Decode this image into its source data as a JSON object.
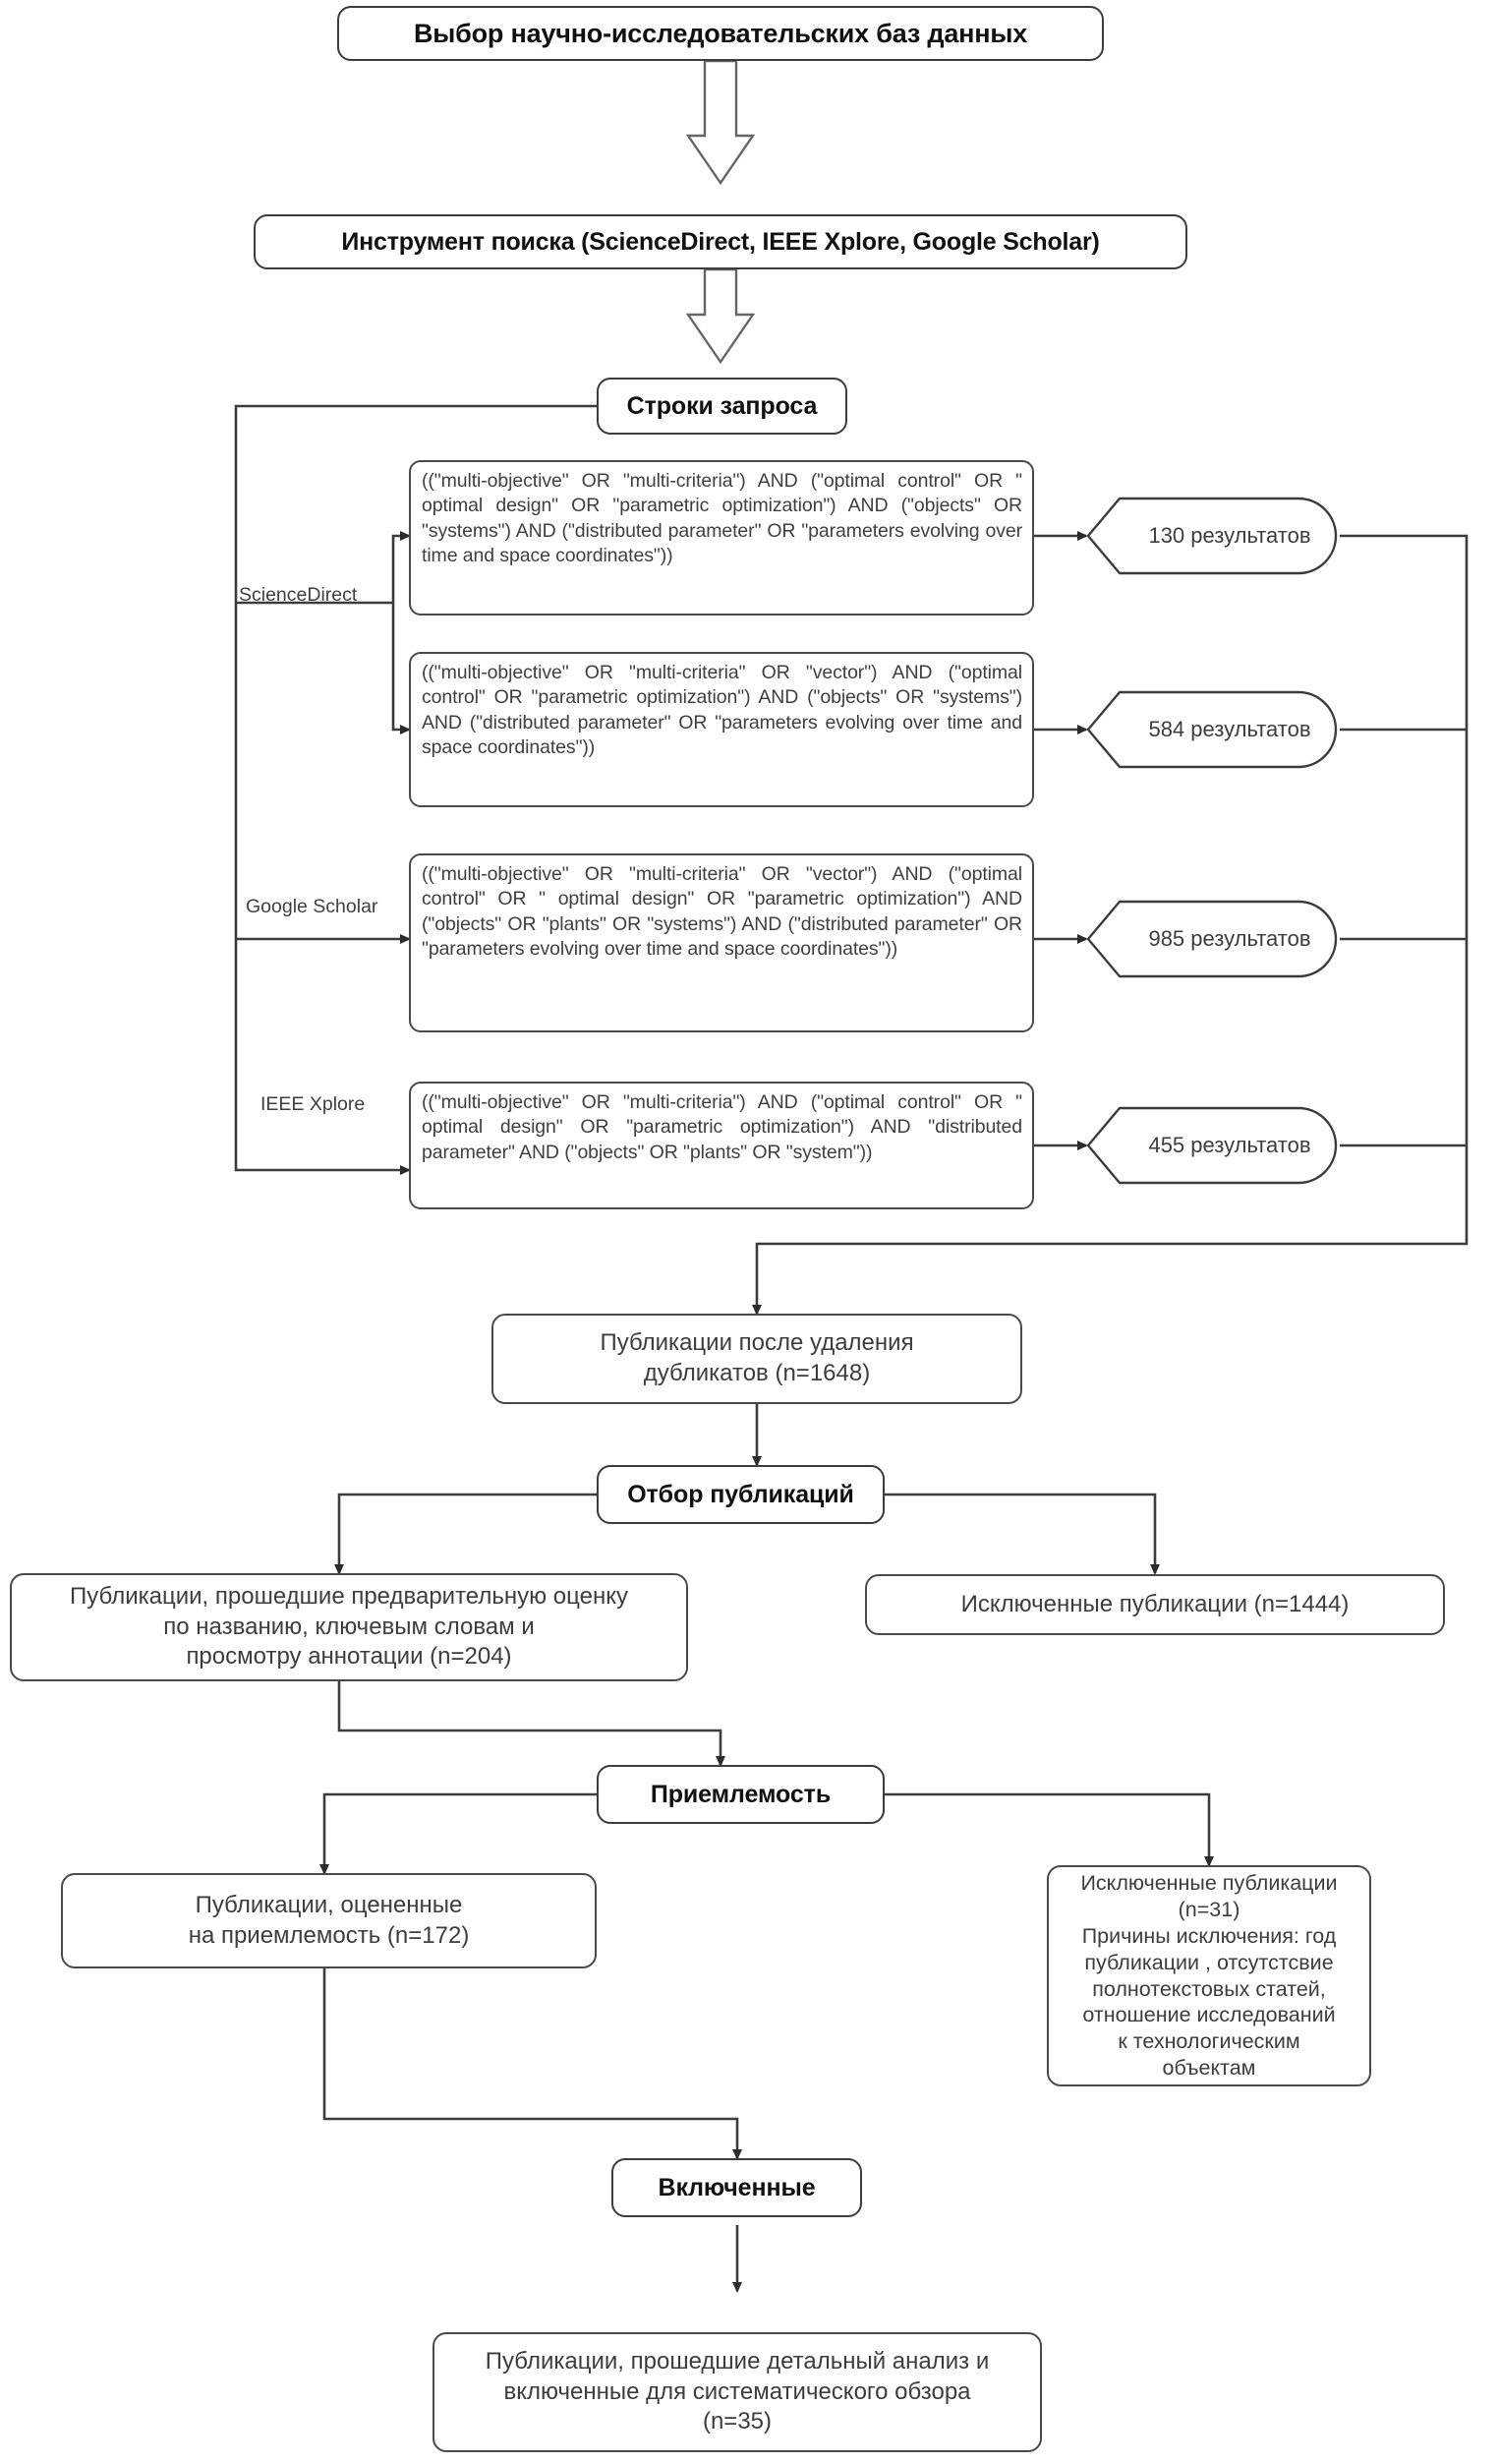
{
  "diagram": {
    "title": "Выбор научно-исследовательских баз данных",
    "search_tool": "Инструмент поиска (ScienceDirect, IEEE Xplore, Google Scholar)",
    "query_strings": "Строки запроса",
    "databases": {
      "sciencedirect": "ScienceDirect",
      "google_scholar": "Google Scholar",
      "ieee_xplore": "IEEE Xplore"
    },
    "queries": [
      "((\"multi-objective\" OR \"multi-criteria\") AND (\"optimal control\" OR \" optimal design\" OR \"parametric optimization\") AND (\"objects\" OR \"systems\") AND (\"distributed parameter\" OR \"parameters evolving over time and space coordinates\"))",
      "((\"multi-objective\" OR \"multi-criteria\" OR \"vector\") AND (\"optimal control\" OR \"parametric optimization\") AND (\"objects\" OR \"systems\") AND (\"distributed parameter\" OR \"parameters evolving over time and space coordinates\"))",
      "((\"multi-objective\" OR \"multi-criteria\" OR \"vector\") AND (\"optimal control\" OR \" optimal design\" OR \"parametric optimization\") AND (\"objects\" OR \"plants\" OR \"systems\") AND (\"distributed parameter\" OR \"parameters evolving over time and space coordinates\"))",
      "((\"multi-objective\" OR \"multi-criteria\") AND (\"optimal control\" OR \" optimal design\" OR \"parametric optimization\") AND \"distributed parameter\" AND (\"objects\" OR \"plants\" OR \"system\"))"
    ],
    "results": [
      "130 результатов",
      "584 результатов",
      "985 результатов",
      "455 результатов"
    ],
    "after_duplicates": "Публикации после удаления\nдубликатов  (n=1648)",
    "screening_stage": "Отбор публикаций",
    "screened_included": "Публикации, прошедшие предварительную оценку\nпо названию, ключевым словам и\nпросмотру аннотации (n=204)",
    "screening_excluded": "Исключенные публикации (n=1444)",
    "eligibility_stage": "Приемлемость",
    "eligibility_assessed": "Публикации, оцененные\nна приемлемость   (n=172)",
    "eligibility_excluded": "Исключенные публикации\n(n=31)\nПричины исключения: год\nпубликации , отсутстсвие\nполнотекстовых статей,\nотношение исследований\nк технологическим\nобъектам",
    "included_stage": "Включенные",
    "final_included": "Публикации, прошедшие детальный анализ и\nвключенные для систематического обзора\n(n=35)"
  },
  "style": {
    "line_color": "#3c3c3c",
    "node_border": "#4a4a4a",
    "text_color": "#3d3d3d",
    "background": "#ffffff"
  }
}
